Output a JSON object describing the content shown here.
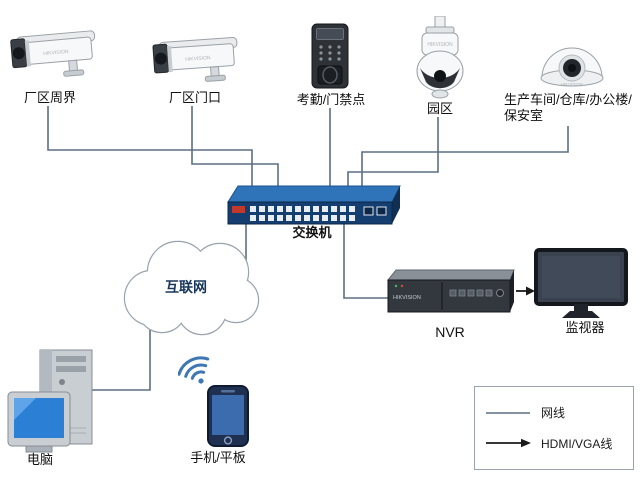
{
  "diagram": {
    "brand": "HIKVISION",
    "nodes": {
      "perimeter_camera": {
        "label": "厂区周界"
      },
      "gate_camera": {
        "label": "厂区门口"
      },
      "access_control": {
        "label": "考勤/门禁点"
      },
      "park_ptz": {
        "label": "园区"
      },
      "dome_camera": {
        "label": "生产车间/仓库/办公楼/保安室"
      },
      "switch": {
        "label": "交换机"
      },
      "internet": {
        "label": "互联网"
      },
      "nvr": {
        "label": "NVR"
      },
      "monitor": {
        "label": "监视器"
      },
      "pc": {
        "label": "电脑"
      },
      "mobile": {
        "label": "手机/平板"
      }
    },
    "legend": {
      "items": [
        {
          "label": "网线",
          "type": "line"
        },
        {
          "label": "HDMI/VGA线",
          "type": "arrow"
        }
      ]
    },
    "colors": {
      "cable": "#5b6e82",
      "hdmi_arrow": "#1a1a1a",
      "switch_top": "#2f73b8",
      "switch_front": "#143e70",
      "wifi_blue": "#3e77b4",
      "screen_blue": "#2b7fd4"
    }
  }
}
